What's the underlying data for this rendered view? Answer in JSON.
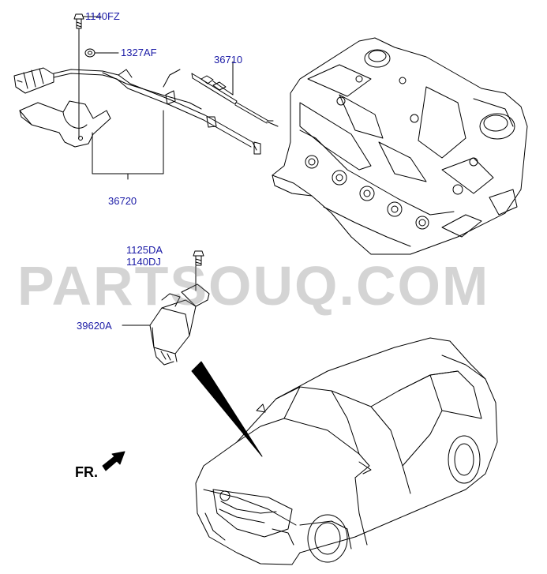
{
  "watermark": "PARTSOUQ.COM",
  "direction_label": "FR.",
  "colors": {
    "callout_text": "#1a1aa6",
    "line": "#000000",
    "watermark": "#b5b5b5"
  },
  "parts": [
    {
      "code": "1140FZ"
    },
    {
      "code": "1327AF"
    },
    {
      "code": "36710"
    },
    {
      "code": "36720"
    },
    {
      "code": "1125DA"
    },
    {
      "code": "1140DJ"
    },
    {
      "code": "39620A"
    }
  ],
  "components": [
    "wiring-harness-connector",
    "harness-bracket",
    "glow-plug",
    "glow-plug-harness",
    "cylinder-head-engine",
    "glow-control-relay",
    "suv-vehicle",
    "front-direction-arrow"
  ]
}
